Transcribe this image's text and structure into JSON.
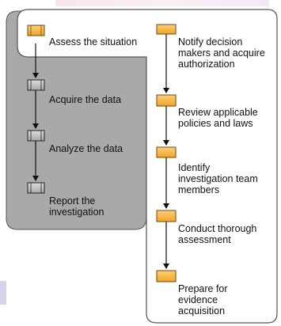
{
  "colors": {
    "gray_panel": "#a9a9a9",
    "panel_border": "#555555",
    "active_box": "#f5b640",
    "inactive_box": "#b4b4b4",
    "arrow": "#111111"
  },
  "left_steps": [
    {
      "label": "Assess the situation",
      "state": "active"
    },
    {
      "label": "Acquire the data",
      "state": "inactive"
    },
    {
      "label": "Analyze the data",
      "state": "inactive"
    },
    {
      "label": "Report the\ninvestigation",
      "state": "inactive"
    }
  ],
  "right_steps": [
    {
      "label": "Notify decision\nmakers and acquire\nauthorization"
    },
    {
      "label": "Review applicable\npolicies and laws"
    },
    {
      "label": "Identify\ninvestigation team\nmembers"
    },
    {
      "label": "Conduct thorough\nassessment"
    },
    {
      "label": "Prepare for\nevidence\nacquisition"
    }
  ]
}
